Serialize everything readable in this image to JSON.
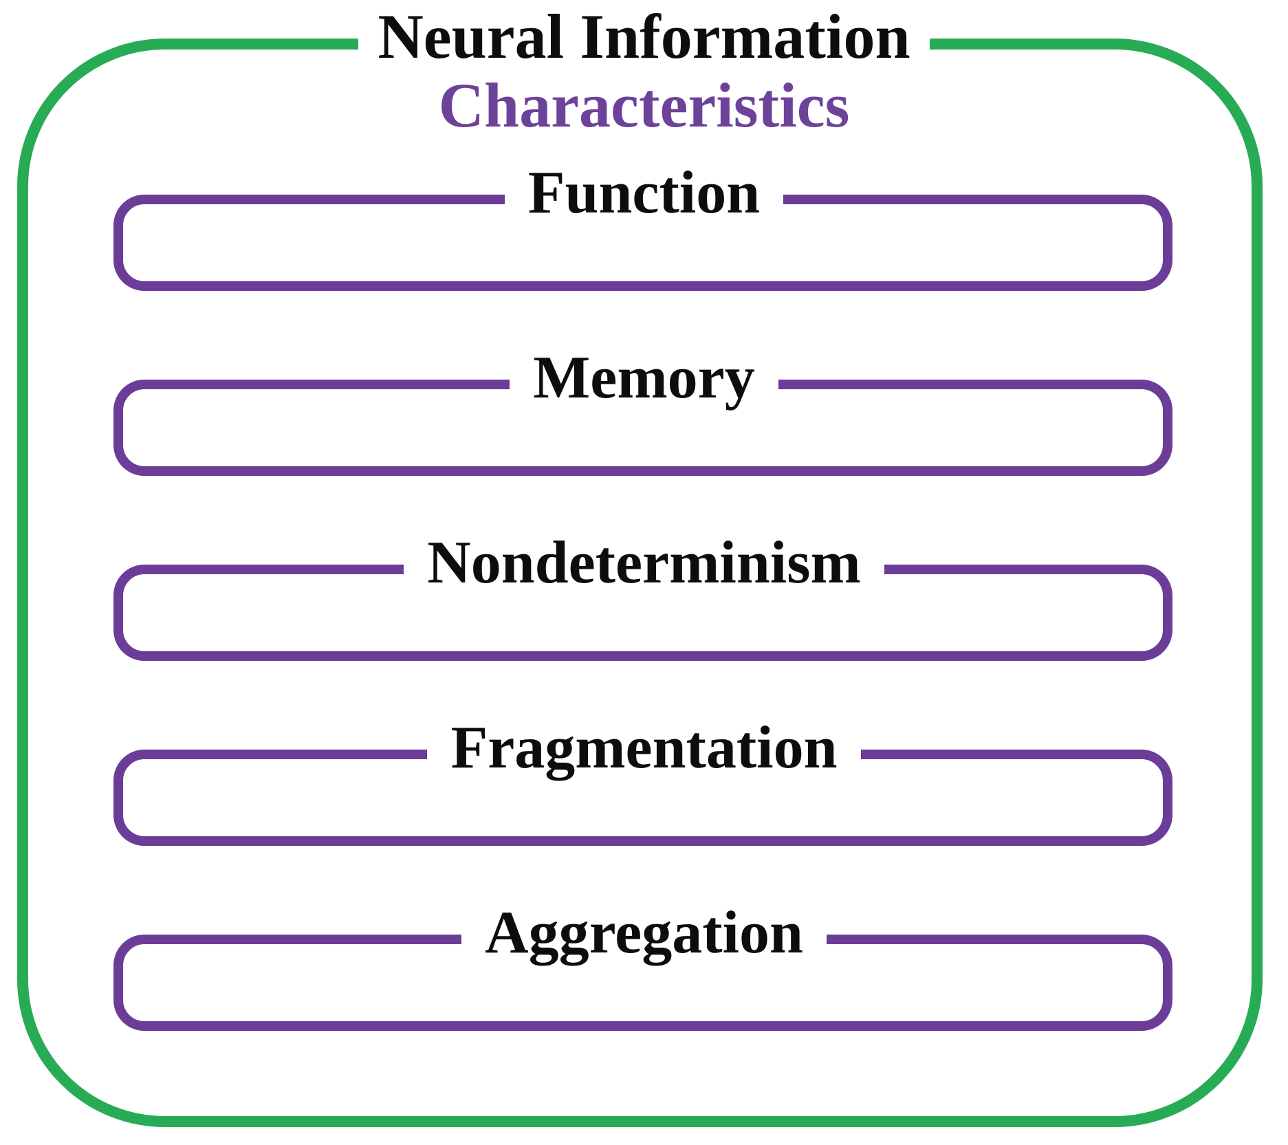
{
  "diagram": {
    "title": {
      "line1": "Neural Information",
      "line2": "Characteristics"
    },
    "boxes": [
      {
        "label": "Function"
      },
      {
        "label": "Memory"
      },
      {
        "label": "Nondeterminism"
      },
      {
        "label": "Fragmentation"
      },
      {
        "label": "Aggregation"
      }
    ],
    "colors": {
      "frame_green": "#27AC55",
      "box_border_purple": "#6B3D98",
      "title_purple": "#6D4299",
      "label_black": "#0D0D0D",
      "background": "#FFFFFF"
    }
  }
}
